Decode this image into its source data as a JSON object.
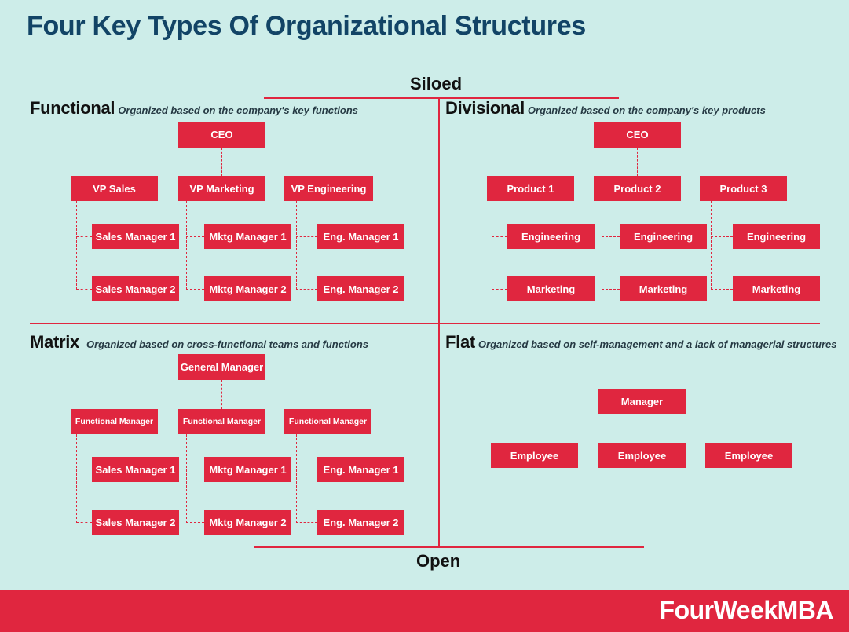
{
  "title": "Four Key Types Of Organizational Structures",
  "axis": {
    "top": "Siloed",
    "bottom": "Open"
  },
  "quadrants": {
    "functional": {
      "name": "Functional",
      "description": "Organized based on the company's key functions",
      "ceo": "CEO",
      "heads": [
        "VP Sales",
        "VP Marketing",
        "VP Engineering"
      ],
      "managers": [
        [
          "Sales Manager 1",
          "Sales Manager 2"
        ],
        [
          "Mktg Manager 1",
          "Mktg Manager 2"
        ],
        [
          "Eng. Manager 1",
          "Eng. Manager 2"
        ]
      ]
    },
    "divisional": {
      "name": "Divisional",
      "description": "Organized based on the company's key products",
      "ceo": "CEO",
      "heads": [
        "Product 1",
        "Product 2",
        "Product 3"
      ],
      "managers": [
        [
          "Engineering",
          "Marketing"
        ],
        [
          "Engineering",
          "Marketing"
        ],
        [
          "Engineering",
          "Marketing"
        ]
      ]
    },
    "matrix": {
      "name": "Matrix",
      "description": "Organized based on cross-functional teams and functions",
      "ceo": "General Manager",
      "heads": [
        "Functional Manager",
        "Functional Manager",
        "Functional Manager"
      ],
      "managers": [
        [
          "Sales Manager 1",
          "Sales Manager 2"
        ],
        [
          "Mktg Manager 1",
          "Mktg Manager 2"
        ],
        [
          "Eng. Manager 1",
          "Eng. Manager 2"
        ]
      ]
    },
    "flat": {
      "name": "Flat",
      "description": "Organized based on self-management and a lack of managerial structures",
      "manager": "Manager",
      "employees": [
        "Employee",
        "Employee",
        "Employee"
      ]
    }
  },
  "brand": "FourWeekMBA",
  "colors": {
    "background": "#cdede9",
    "accent": "#e0263f",
    "title": "#124466"
  }
}
